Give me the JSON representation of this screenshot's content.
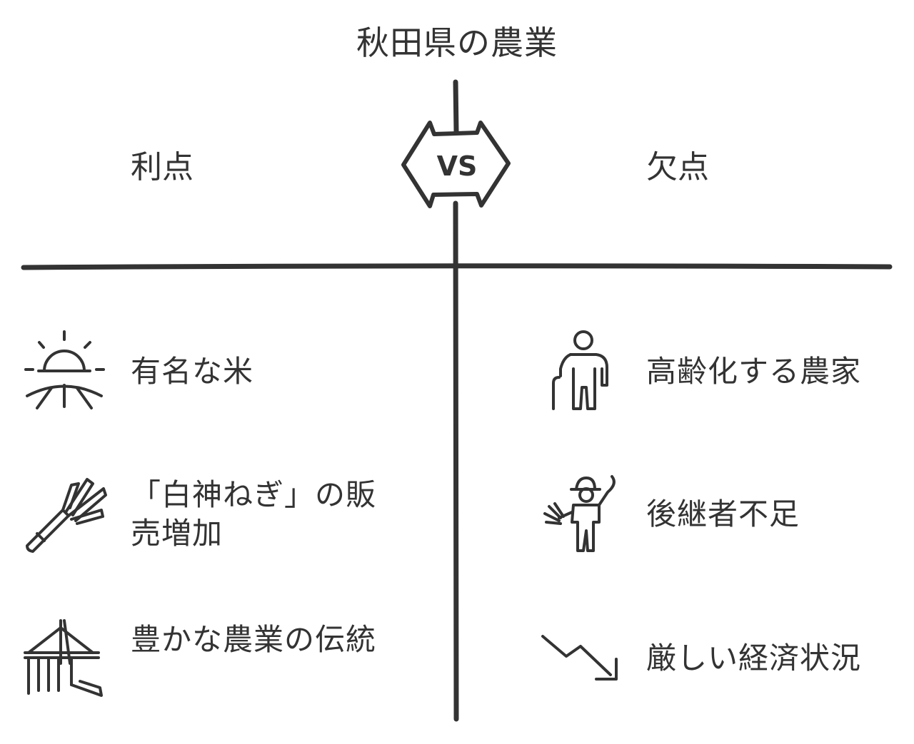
{
  "title": "秋田県の農業",
  "badge": "VS",
  "left": {
    "header": "利点",
    "items": [
      {
        "label": "有名な米",
        "icon": "sunrise-field-icon"
      },
      {
        "label": "「白神ねぎ」の販売増加",
        "icon": "leek-icon"
      },
      {
        "label": "豊かな農業の伝統",
        "icon": "harvest-rake-icon"
      }
    ]
  },
  "right": {
    "header": "欠点",
    "items": [
      {
        "label": "高齢化する農家",
        "icon": "elderly-person-cane-icon"
      },
      {
        "label": "後継者不足",
        "icon": "farmer-with-scythe-icon"
      },
      {
        "label": "厳しい経済状況",
        "icon": "downward-trend-arrow-icon"
      }
    ]
  }
}
